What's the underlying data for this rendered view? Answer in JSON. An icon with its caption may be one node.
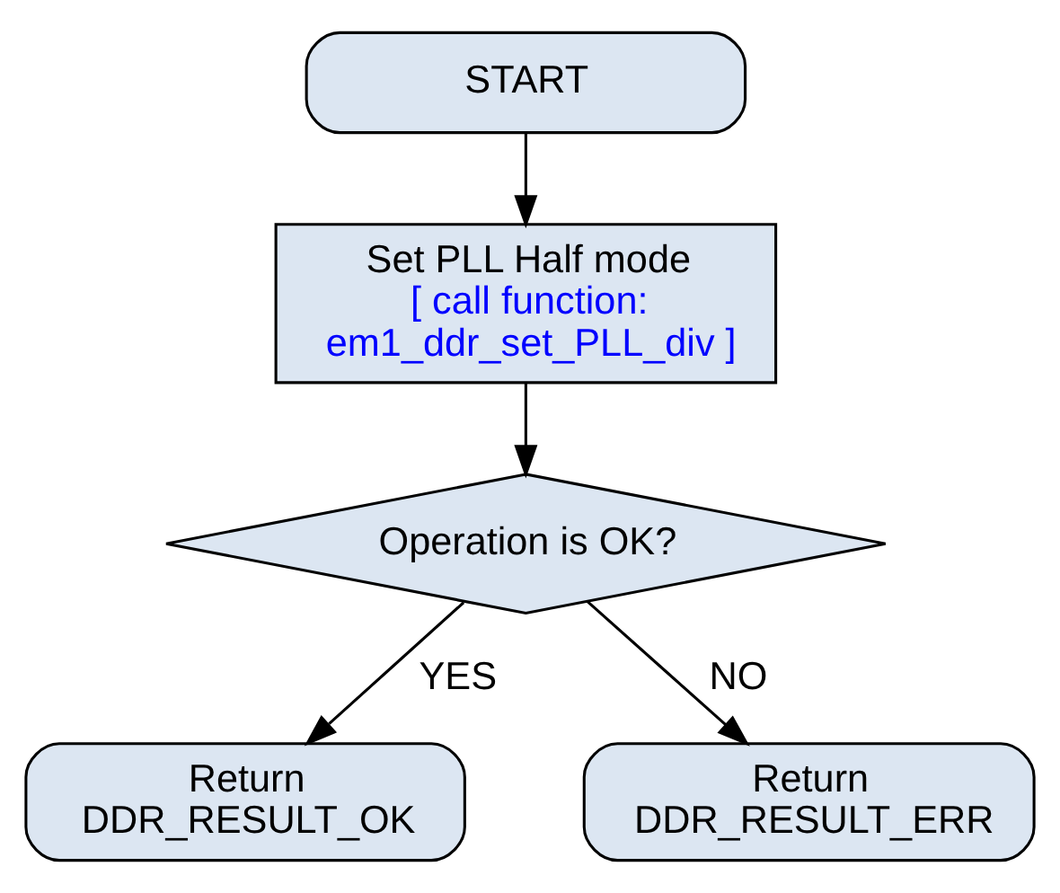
{
  "diagram": {
    "nodes": [
      {
        "text": [
          "START"
        ]
      },
      {
        "text": [
          "Set PLL Half mode",
          "[ call function: em1_ddr_set_PLL_div ]"
        ]
      },
      {
        "text": [
          "Operation is OK?"
        ]
      },
      {
        "text": [
          "Return DDR_RESULT_ERR"
        ]
      },
      {
        "text": [
          "Return DDR_RESULT_OK"
        ]
      }
    ],
    "edges": [
      {
        "from": 0,
        "to": 1,
        "arrow": "to"
      },
      {
        "from": 1,
        "to": 2,
        "arrow": "to"
      },
      {
        "from": 2,
        "to": 3,
        "label": "NO",
        "arrow": "to"
      },
      {
        "from": 2,
        "to": 4,
        "label": "YES",
        "arrow": "to"
      }
    ]
  }
}
